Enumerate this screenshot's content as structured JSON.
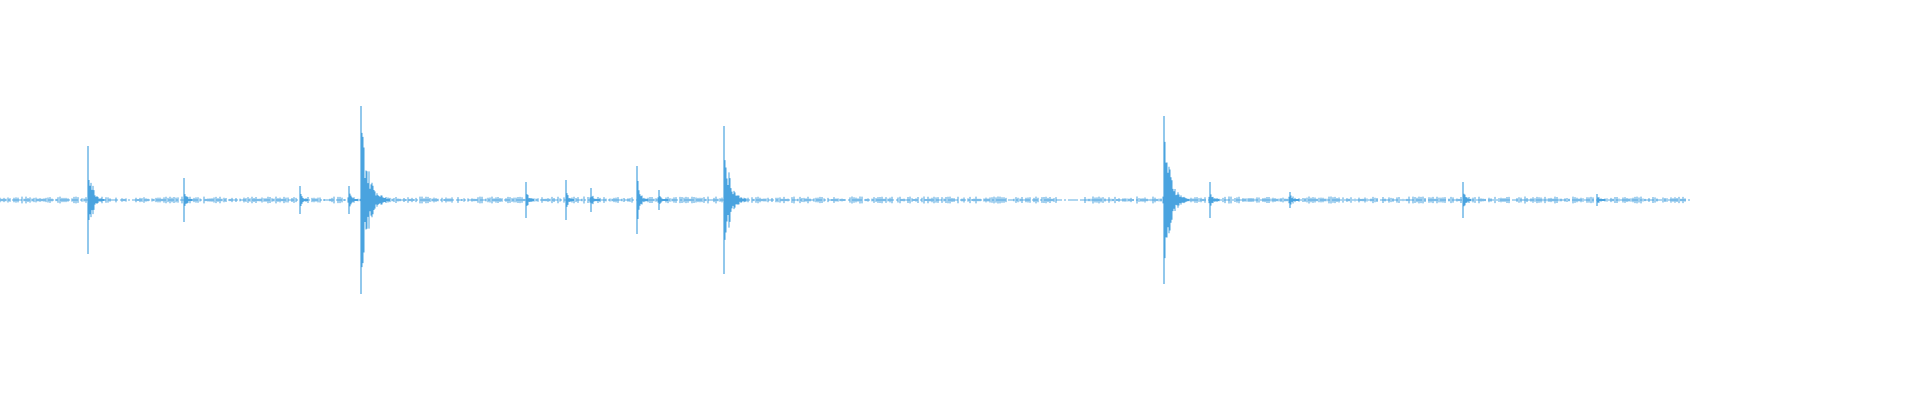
{
  "waveform": {
    "color": "#4aa3df",
    "background": "#ffffff",
    "peaks": [
      {
        "t": 0.046,
        "amp": 0.27
      },
      {
        "t": 0.096,
        "amp": 0.11
      },
      {
        "t": 0.156,
        "amp": 0.07
      },
      {
        "t": 0.182,
        "amp": 0.07
      },
      {
        "t": 0.188,
        "amp": 0.47
      },
      {
        "t": 0.19,
        "amp": 0.11
      },
      {
        "t": 0.274,
        "amp": 0.09
      },
      {
        "t": 0.295,
        "amp": 0.1
      },
      {
        "t": 0.308,
        "amp": 0.06
      },
      {
        "t": 0.332,
        "amp": 0.17
      },
      {
        "t": 0.343,
        "amp": 0.05
      },
      {
        "t": 0.377,
        "amp": 0.37
      },
      {
        "t": 0.606,
        "amp": 0.42
      },
      {
        "t": 0.63,
        "amp": 0.09
      },
      {
        "t": 0.672,
        "amp": 0.04
      },
      {
        "t": 0.762,
        "amp": 0.09
      },
      {
        "t": 0.832,
        "amp": 0.03
      }
    ],
    "segments": [
      {
        "start": 0.0,
        "end": 0.551
      },
      {
        "start": 0.564,
        "end": 0.878
      }
    ]
  }
}
